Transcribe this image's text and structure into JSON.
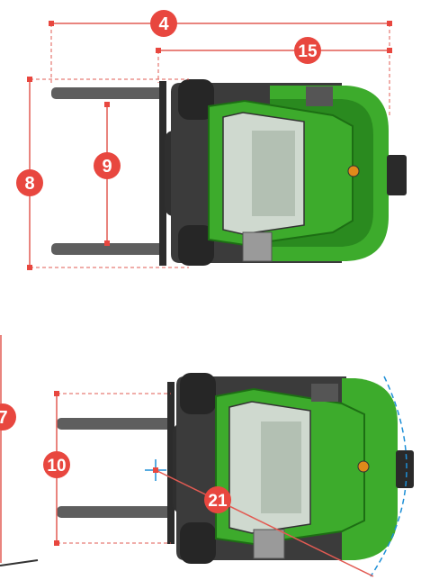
{
  "colors": {
    "dimension_red": "#e8473f",
    "guide_red": "#e25b53",
    "body_green": "#3dab2c",
    "body_green_dark": "#2a8a1f",
    "chassis_dark": "#3b3b3b",
    "fork_grey": "#5e5e5e",
    "turning_blue": "#1e8fd6",
    "glass": "#cfd9cf"
  },
  "icons": {
    "top_view": "forklift-top-view-icon",
    "turning_view": "forklift-turning-view-icon",
    "pivot": "crosshair-icon"
  },
  "dimensions": {
    "overall_length": "4",
    "length_to_fork_face": "15",
    "outer_fork_spread": "8",
    "inner_fork_spread": "9",
    "fork_spread_turning_view": "10",
    "right_angle_stack": "7",
    "turning_radius": "21"
  }
}
